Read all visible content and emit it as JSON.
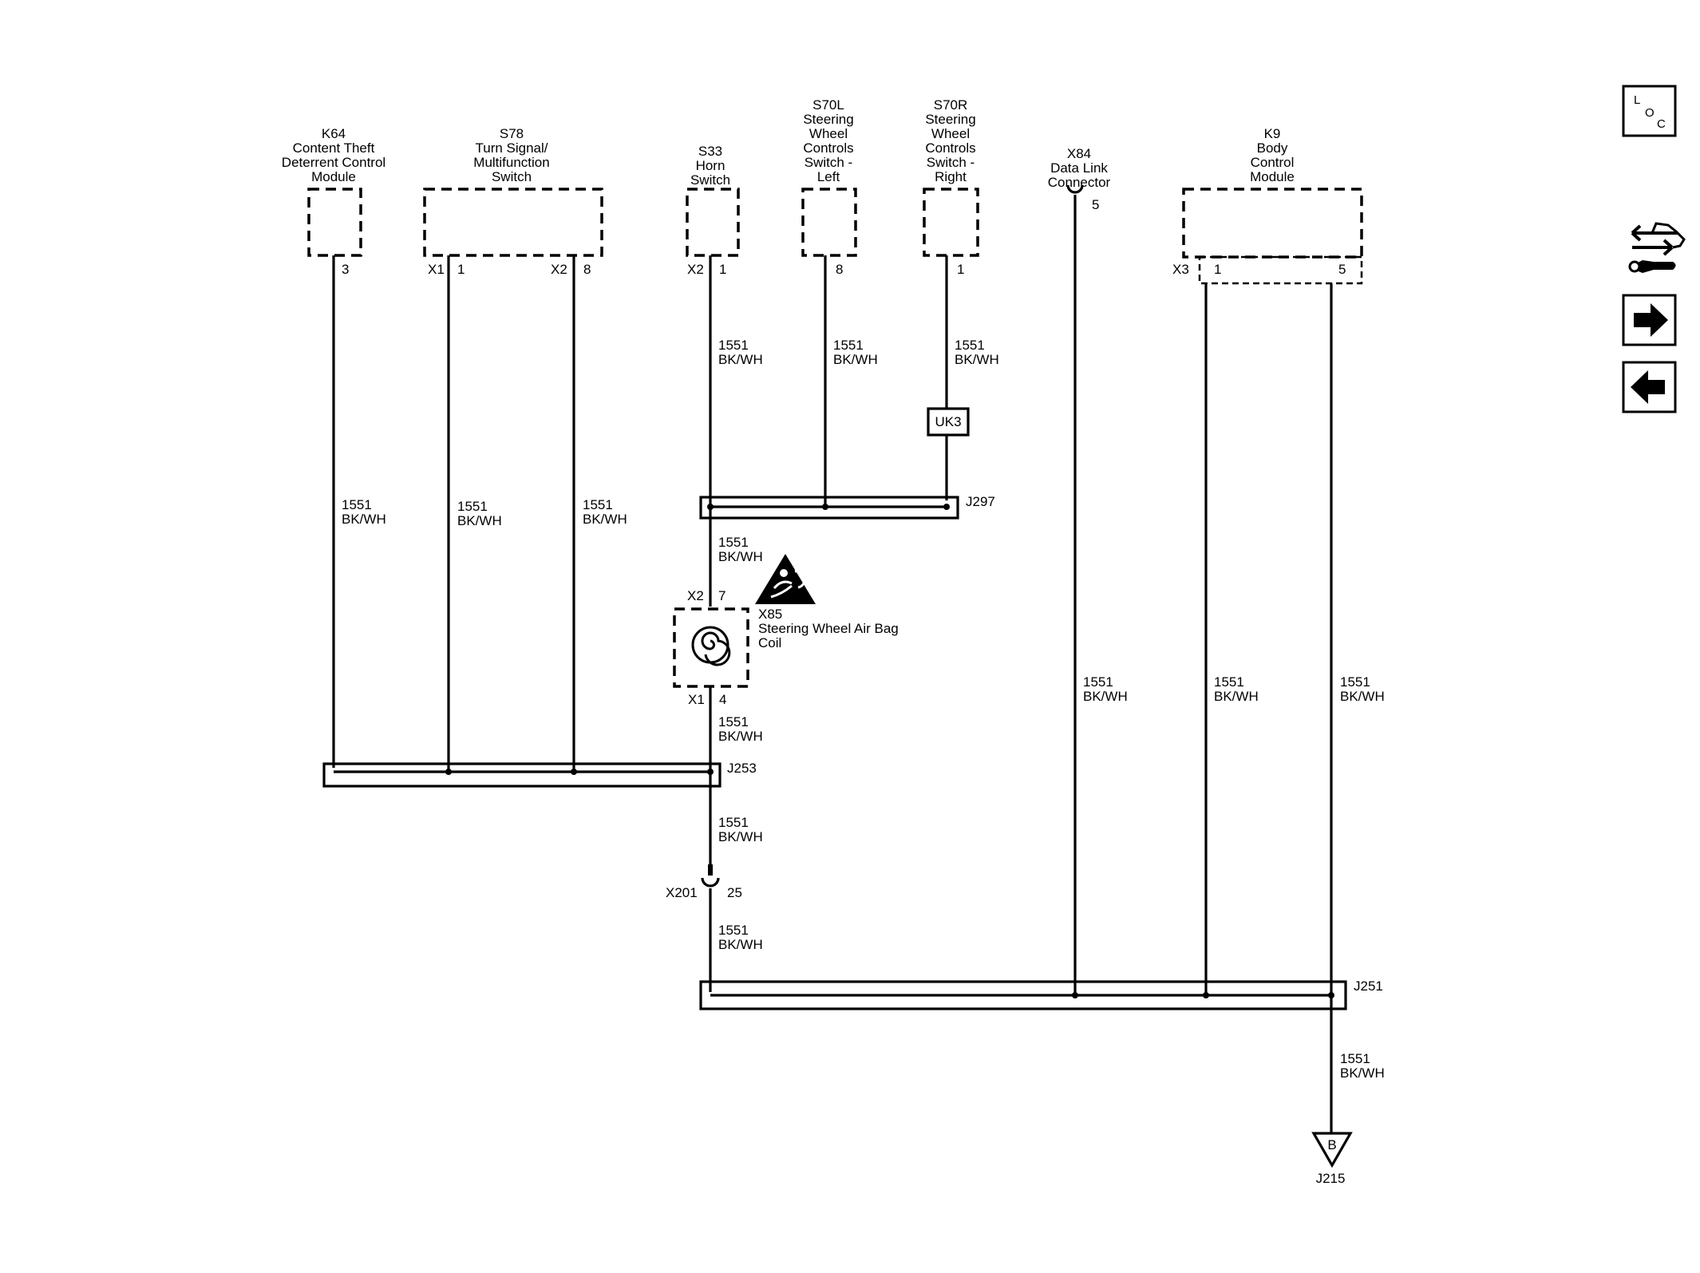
{
  "components": {
    "k64": {
      "ref": "K64",
      "lines": [
        "Content Theft",
        "Deterrent Control",
        "Module"
      ],
      "pin": "3"
    },
    "s78": {
      "ref": "S78",
      "lines": [
        "Turn Signal/",
        "Multifunction",
        "Switch"
      ],
      "conn_a": "X1",
      "pin_a": "1",
      "conn_b": "X2",
      "pin_b": "8"
    },
    "s33": {
      "ref": "S33",
      "lines": [
        "Horn",
        "Switch"
      ],
      "conn": "X2",
      "pin": "1"
    },
    "s70l": {
      "ref": "S70L",
      "lines": [
        "Steering",
        "Wheel",
        "Controls",
        "Switch -",
        "Left"
      ],
      "pin": "8"
    },
    "s70r": {
      "ref": "S70R",
      "lines": [
        "Steering",
        "Wheel",
        "Controls",
        "Switch -",
        "Right"
      ],
      "pin": "1"
    },
    "x84": {
      "ref": "X84",
      "lines": [
        "Data Link",
        "Connector"
      ],
      "pin": "5"
    },
    "k9": {
      "ref": "K9",
      "lines": [
        "Body",
        "Control",
        "Module"
      ],
      "conn": "X3",
      "pin_a": "1",
      "pin_b": "5"
    },
    "x85": {
      "ref": "X85",
      "lines": [
        "Steering Wheel Air Bag",
        "Coil"
      ],
      "conn_top": "X2",
      "pin_top": "7",
      "conn_bottom": "X1",
      "pin_bottom": "4"
    },
    "uk3": {
      "ref": "UK3"
    },
    "x201": {
      "ref": "X201",
      "pin": "25"
    }
  },
  "splices": {
    "j297": "J297",
    "j253": "J253",
    "j251": "J251"
  },
  "ground": {
    "letter": "B",
    "ref": "J215"
  },
  "wire": {
    "circuit": "1551",
    "color": "BK/WH"
  },
  "nav": {
    "loc": [
      "L",
      "O",
      "C"
    ],
    "icons": [
      "component-view-icon",
      "forward-arrow-icon",
      "back-arrow-icon"
    ]
  }
}
